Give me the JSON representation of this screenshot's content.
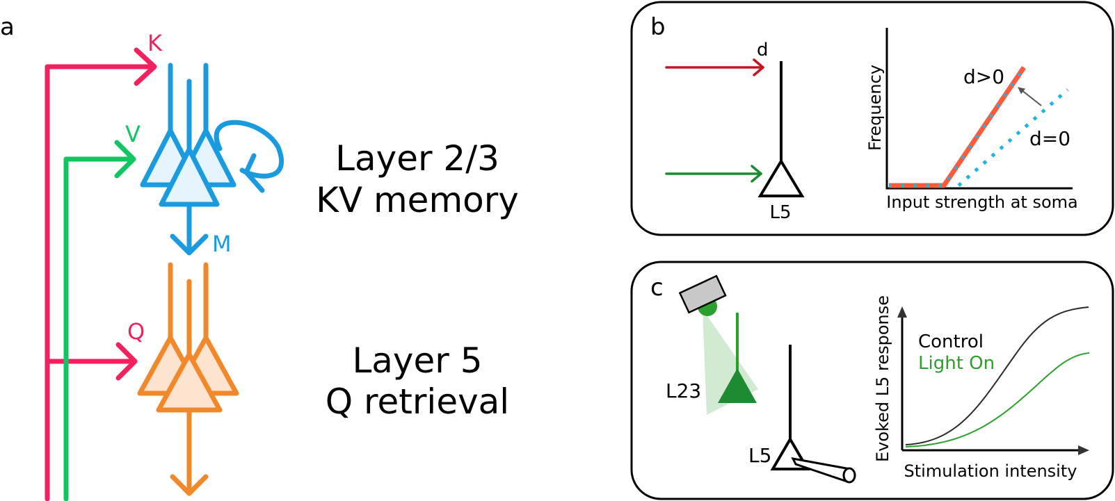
{
  "panel_a": {
    "letter": "a",
    "labels": {
      "k": "K",
      "v": "V",
      "m": "M",
      "q": "Q"
    },
    "layer23": {
      "line1": "Layer 2/3",
      "line2": "KV memory"
    },
    "layer5": {
      "line1": "Layer 5",
      "line2": "Q retrieval"
    },
    "colors": {
      "k_q": "#f4215f",
      "v": "#12c462",
      "layer23": "#1a9be0",
      "layer5": "#f1892a"
    }
  },
  "panel_b": {
    "letter": "b",
    "neuron": {
      "dendrite_label": "d",
      "soma_label": "L5"
    },
    "colors": {
      "dendritic_input": "#c8141e",
      "somatic_input": "#1e8a32",
      "d_pos": "#ff5a3c",
      "d_zero": "#1fb4e6"
    },
    "plot": {
      "ylabel": "Frequency",
      "xlabel": "Input strength at soma",
      "curve_labels": {
        "positive": "d>0",
        "zero": "d=0"
      }
    }
  },
  "panel_c": {
    "letter": "c",
    "neurons": {
      "upper": "L23",
      "lower": "L5"
    },
    "colors": {
      "light_on": "#2ca02c",
      "control": "#2a2a2a"
    },
    "plot": {
      "ylabel": "Evoked L5 response",
      "xlabel": "Stimulation intensity",
      "legend": {
        "control": "Control",
        "light_on": "Light On"
      }
    }
  }
}
